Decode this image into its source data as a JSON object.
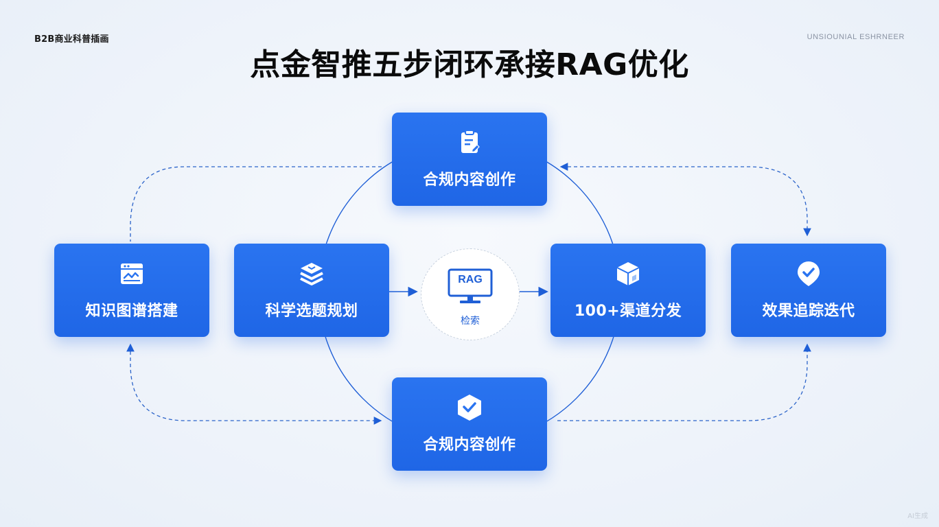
{
  "header": {
    "corner_left": "B2B商业科普插画",
    "corner_right": "UNSIOUNIAL ESHRNEER",
    "title": "点金智推五步闭环承接RAG优化"
  },
  "nodes": {
    "top": {
      "label": "合规内容创作",
      "icon": "clipboard-edit-icon"
    },
    "bottom": {
      "label": "合规内容创作",
      "icon": "shield-check-icon"
    },
    "left": {
      "label": "知识图谱搭建",
      "icon": "calendar-chart-icon"
    },
    "center_left": {
      "label": "科学选题规划",
      "icon": "layers-icon"
    },
    "center_right": {
      "label": "100+渠道分发",
      "icon": "cube-icon"
    },
    "right": {
      "label": "效果追踪迭代",
      "icon": "location-check-icon"
    }
  },
  "hub": {
    "screen_text": "RAG",
    "label": "检索",
    "icon": "monitor-icon"
  },
  "watermark": "AI生成",
  "colors": {
    "accent": "#1f66e6",
    "line": "#1f5fd6",
    "text": "#0b0b0b"
  }
}
